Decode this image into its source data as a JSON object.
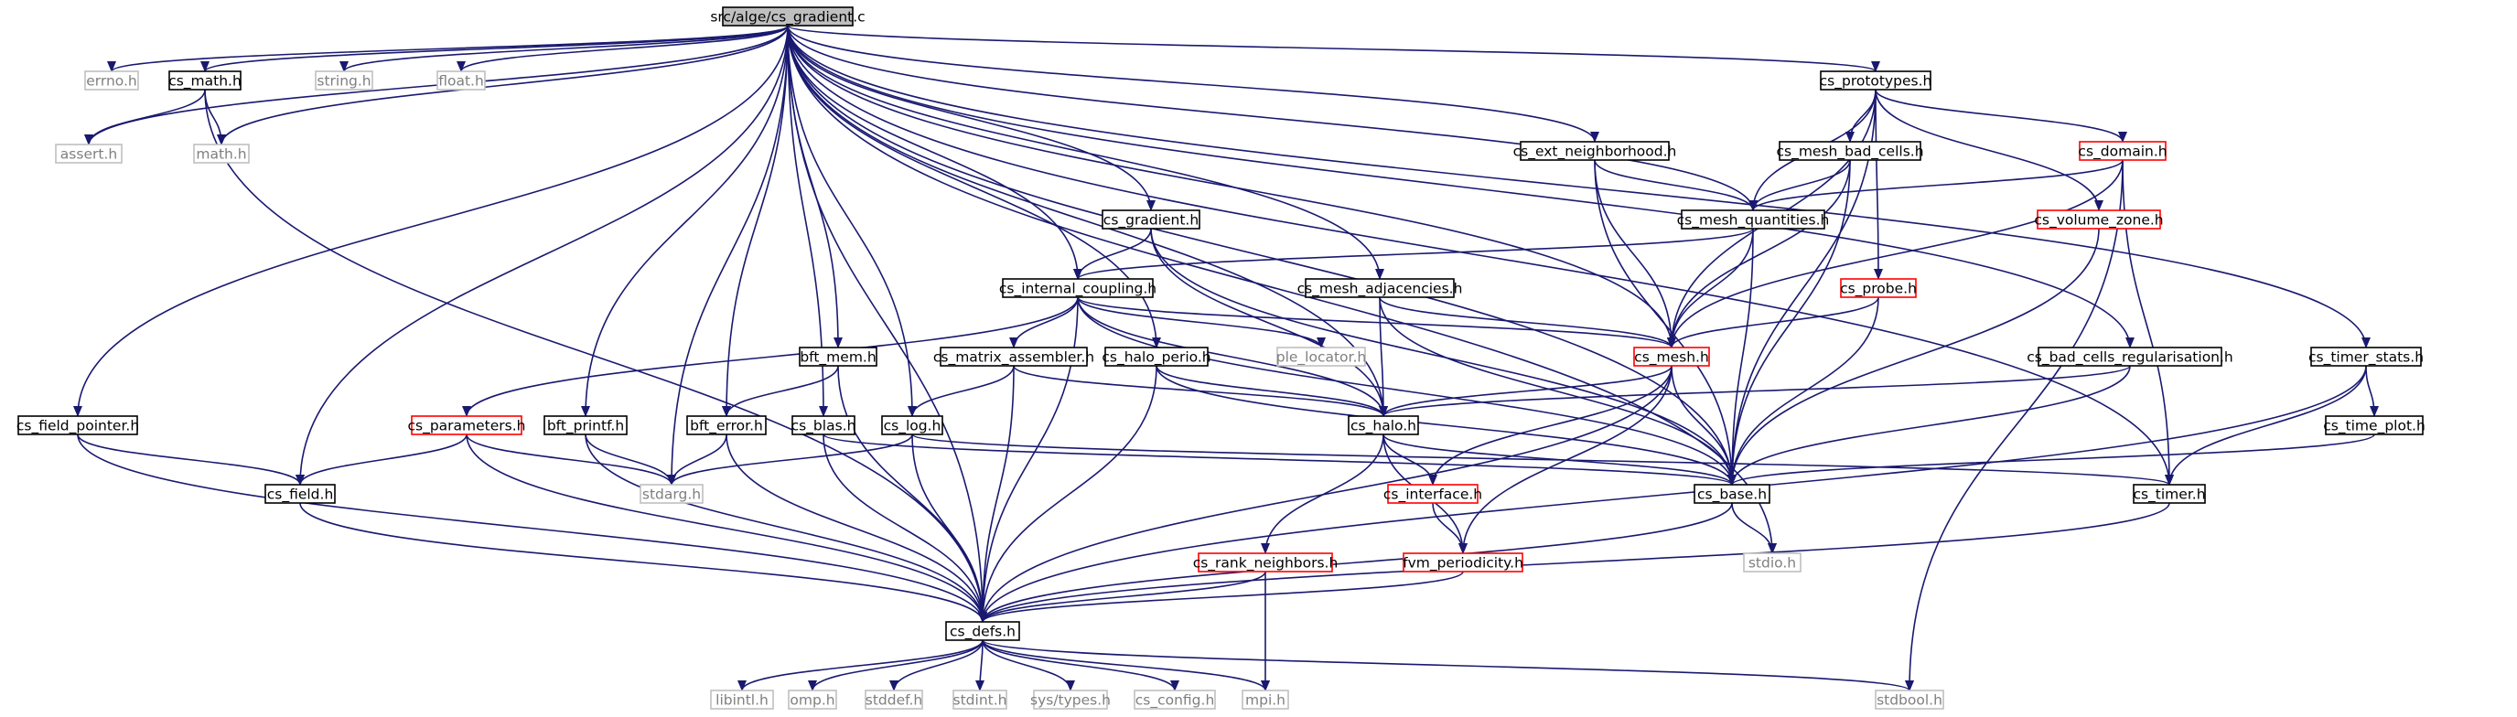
{
  "graph": {
    "colors": {
      "root_fill": "#bfbfbf",
      "root_border": "#000000",
      "documented_border": "#000000",
      "truncated_border": "#ff0000",
      "external_border": "#bfbfbf",
      "external_text": "#7f7f7f",
      "edge": "#191970"
    },
    "nodes": [
      {
        "id": "cs_gradient_c",
        "label": "src/alge/cs_gradient.c",
        "kind": "root"
      },
      {
        "id": "errno_h",
        "label": "errno.h",
        "kind": "external"
      },
      {
        "id": "cs_math_h",
        "label": "cs_math.h",
        "kind": "documented"
      },
      {
        "id": "string_h",
        "label": "string.h",
        "kind": "external"
      },
      {
        "id": "float_h",
        "label": "float.h",
        "kind": "external"
      },
      {
        "id": "assert_h",
        "label": "assert.h",
        "kind": "external"
      },
      {
        "id": "math_h",
        "label": "math.h",
        "kind": "external"
      },
      {
        "id": "cs_prototypes_h",
        "label": "cs_prototypes.h",
        "kind": "documented"
      },
      {
        "id": "cs_ext_neighborhood_h",
        "label": "cs_ext_neighborhood.h",
        "kind": "documented"
      },
      {
        "id": "cs_mesh_bad_cells_h",
        "label": "cs_mesh_bad_cells.h",
        "kind": "documented"
      },
      {
        "id": "cs_domain_h",
        "label": "cs_domain.h",
        "kind": "truncated"
      },
      {
        "id": "cs_mesh_quantities_h",
        "label": "cs_mesh_quantities.h",
        "kind": "documented"
      },
      {
        "id": "cs_volume_zone_h",
        "label": "cs_volume_zone.h",
        "kind": "truncated"
      },
      {
        "id": "cs_gradient_h",
        "label": "cs_gradient.h",
        "kind": "documented"
      },
      {
        "id": "cs_internal_coupling_h",
        "label": "cs_internal_coupling.h",
        "kind": "documented"
      },
      {
        "id": "cs_mesh_adjacencies_h",
        "label": "cs_mesh_adjacencies.h",
        "kind": "documented"
      },
      {
        "id": "cs_probe_h",
        "label": "cs_probe.h",
        "kind": "truncated"
      },
      {
        "id": "bft_mem_h",
        "label": "bft_mem.h",
        "kind": "documented"
      },
      {
        "id": "cs_matrix_assembler_h",
        "label": "cs_matrix_assembler.h",
        "kind": "documented"
      },
      {
        "id": "cs_halo_perio_h",
        "label": "cs_halo_perio.h",
        "kind": "documented"
      },
      {
        "id": "ple_locator_h",
        "label": "ple_locator.h",
        "kind": "external"
      },
      {
        "id": "cs_mesh_h",
        "label": "cs_mesh.h",
        "kind": "truncated"
      },
      {
        "id": "cs_bad_cells_regularisation_h",
        "label": "cs_bad_cells_regularisation.h",
        "kind": "documented"
      },
      {
        "id": "cs_timer_stats_h",
        "label": "cs_timer_stats.h",
        "kind": "documented"
      },
      {
        "id": "cs_field_pointer_h",
        "label": "cs_field_pointer.h",
        "kind": "documented"
      },
      {
        "id": "cs_parameters_h",
        "label": "cs_parameters.h",
        "kind": "truncated"
      },
      {
        "id": "bft_printf_h",
        "label": "bft_printf.h",
        "kind": "documented"
      },
      {
        "id": "bft_error_h",
        "label": "bft_error.h",
        "kind": "documented"
      },
      {
        "id": "cs_blas_h",
        "label": "cs_blas.h",
        "kind": "documented"
      },
      {
        "id": "cs_log_h",
        "label": "cs_log.h",
        "kind": "documented"
      },
      {
        "id": "cs_halo_h",
        "label": "cs_halo.h",
        "kind": "documented"
      },
      {
        "id": "cs_time_plot_h",
        "label": "cs_time_plot.h",
        "kind": "documented"
      },
      {
        "id": "cs_field_h",
        "label": "cs_field.h",
        "kind": "documented"
      },
      {
        "id": "stdarg_h",
        "label": "stdarg.h",
        "kind": "external"
      },
      {
        "id": "cs_interface_h",
        "label": "cs_interface.h",
        "kind": "truncated"
      },
      {
        "id": "cs_base_h",
        "label": "cs_base.h",
        "kind": "documented"
      },
      {
        "id": "cs_timer_h",
        "label": "cs_timer.h",
        "kind": "documented"
      },
      {
        "id": "cs_rank_neighbors_h",
        "label": "cs_rank_neighbors.h",
        "kind": "truncated"
      },
      {
        "id": "fvm_periodicity_h",
        "label": "fvm_periodicity.h",
        "kind": "truncated"
      },
      {
        "id": "stdio_h",
        "label": "stdio.h",
        "kind": "external"
      },
      {
        "id": "cs_defs_h",
        "label": "cs_defs.h",
        "kind": "documented"
      },
      {
        "id": "libintl_h",
        "label": "libintl.h",
        "kind": "external"
      },
      {
        "id": "omp_h",
        "label": "omp.h",
        "kind": "external"
      },
      {
        "id": "stddef_h",
        "label": "stddef.h",
        "kind": "external"
      },
      {
        "id": "stdint_h",
        "label": "stdint.h",
        "kind": "external"
      },
      {
        "id": "sys_types_h",
        "label": "sys/types.h",
        "kind": "external"
      },
      {
        "id": "cs_config_h",
        "label": "cs_config.h",
        "kind": "external"
      },
      {
        "id": "mpi_h",
        "label": "mpi.h",
        "kind": "external"
      },
      {
        "id": "stdbool_h",
        "label": "stdbool.h",
        "kind": "external"
      }
    ],
    "edges": [
      [
        "cs_gradient_c",
        "errno_h"
      ],
      [
        "cs_gradient_c",
        "cs_math_h"
      ],
      [
        "cs_gradient_c",
        "string_h"
      ],
      [
        "cs_gradient_c",
        "float_h"
      ],
      [
        "cs_gradient_c",
        "assert_h"
      ],
      [
        "cs_gradient_c",
        "math_h"
      ],
      [
        "cs_gradient_c",
        "cs_prototypes_h"
      ],
      [
        "cs_gradient_c",
        "cs_ext_neighborhood_h"
      ],
      [
        "cs_gradient_c",
        "cs_mesh_quantities_h"
      ],
      [
        "cs_gradient_c",
        "cs_gradient_h"
      ],
      [
        "cs_gradient_c",
        "cs_internal_coupling_h"
      ],
      [
        "cs_gradient_c",
        "cs_mesh_adjacencies_h"
      ],
      [
        "cs_gradient_c",
        "bft_mem_h"
      ],
      [
        "cs_gradient_c",
        "cs_halo_perio_h"
      ],
      [
        "cs_gradient_c",
        "cs_mesh_h"
      ],
      [
        "cs_gradient_c",
        "cs_bad_cells_regularisation_h"
      ],
      [
        "cs_gradient_c",
        "cs_timer_stats_h"
      ],
      [
        "cs_gradient_c",
        "cs_field_pointer_h"
      ],
      [
        "cs_gradient_c",
        "bft_printf_h"
      ],
      [
        "cs_gradient_c",
        "bft_error_h"
      ],
      [
        "cs_gradient_c",
        "cs_blas_h"
      ],
      [
        "cs_gradient_c",
        "cs_log_h"
      ],
      [
        "cs_gradient_c",
        "cs_halo_h"
      ],
      [
        "cs_gradient_c",
        "cs_field_h"
      ],
      [
        "cs_gradient_c",
        "stdarg_h"
      ],
      [
        "cs_gradient_c",
        "cs_base_h"
      ],
      [
        "cs_gradient_c",
        "cs_timer_h"
      ],
      [
        "cs_gradient_c",
        "stdio_h"
      ],
      [
        "cs_gradient_c",
        "cs_defs_h"
      ],
      [
        "cs_math_h",
        "assert_h"
      ],
      [
        "cs_math_h",
        "math_h"
      ],
      [
        "cs_math_h",
        "cs_defs_h"
      ],
      [
        "cs_prototypes_h",
        "cs_mesh_bad_cells_h"
      ],
      [
        "cs_prototypes_h",
        "cs_domain_h"
      ],
      [
        "cs_prototypes_h",
        "cs_mesh_quantities_h"
      ],
      [
        "cs_prototypes_h",
        "cs_volume_zone_h"
      ],
      [
        "cs_prototypes_h",
        "cs_probe_h"
      ],
      [
        "cs_prototypes_h",
        "cs_mesh_h"
      ],
      [
        "cs_prototypes_h",
        "cs_base_h"
      ],
      [
        "cs_ext_neighborhood_h",
        "cs_mesh_quantities_h"
      ],
      [
        "cs_ext_neighborhood_h",
        "cs_mesh_h"
      ],
      [
        "cs_ext_neighborhood_h",
        "cs_base_h"
      ],
      [
        "cs_mesh_bad_cells_h",
        "cs_mesh_quantities_h"
      ],
      [
        "cs_mesh_bad_cells_h",
        "cs_mesh_h"
      ],
      [
        "cs_mesh_bad_cells_h",
        "cs_base_h"
      ],
      [
        "cs_domain_h",
        "cs_mesh_quantities_h"
      ],
      [
        "cs_domain_h",
        "cs_mesh_h"
      ],
      [
        "cs_domain_h",
        "cs_timer_h"
      ],
      [
        "cs_domain_h",
        "stdbool_h"
      ],
      [
        "cs_mesh_quantities_h",
        "cs_internal_coupling_h"
      ],
      [
        "cs_mesh_quantities_h",
        "cs_mesh_h"
      ],
      [
        "cs_mesh_quantities_h",
        "cs_base_h"
      ],
      [
        "cs_volume_zone_h",
        "cs_base_h"
      ],
      [
        "cs_gradient_h",
        "cs_internal_coupling_h"
      ],
      [
        "cs_gradient_h",
        "cs_halo_h"
      ],
      [
        "cs_gradient_h",
        "cs_base_h"
      ],
      [
        "cs_internal_coupling_h",
        "cs_parameters_h"
      ],
      [
        "cs_internal_coupling_h",
        "cs_matrix_assembler_h"
      ],
      [
        "cs_internal_coupling_h",
        "ple_locator_h"
      ],
      [
        "cs_internal_coupling_h",
        "cs_mesh_h"
      ],
      [
        "cs_internal_coupling_h",
        "cs_halo_h"
      ],
      [
        "cs_internal_coupling_h",
        "cs_base_h"
      ],
      [
        "cs_internal_coupling_h",
        "cs_defs_h"
      ],
      [
        "cs_mesh_adjacencies_h",
        "cs_mesh_h"
      ],
      [
        "cs_mesh_adjacencies_h",
        "cs_halo_h"
      ],
      [
        "cs_mesh_adjacencies_h",
        "cs_base_h"
      ],
      [
        "cs_probe_h",
        "cs_mesh_h"
      ],
      [
        "cs_probe_h",
        "cs_base_h"
      ],
      [
        "bft_mem_h",
        "bft_error_h"
      ],
      [
        "bft_mem_h",
        "cs_defs_h"
      ],
      [
        "cs_matrix_assembler_h",
        "cs_log_h"
      ],
      [
        "cs_matrix_assembler_h",
        "cs_halo_h"
      ],
      [
        "cs_matrix_assembler_h",
        "cs_defs_h"
      ],
      [
        "cs_halo_perio_h",
        "cs_halo_h"
      ],
      [
        "cs_halo_perio_h",
        "cs_base_h"
      ],
      [
        "cs_halo_perio_h",
        "cs_defs_h"
      ],
      [
        "cs_mesh_h",
        "cs_halo_h"
      ],
      [
        "cs_mesh_h",
        "cs_interface_h"
      ],
      [
        "cs_mesh_h",
        "cs_base_h"
      ],
      [
        "cs_mesh_h",
        "fvm_periodicity_h"
      ],
      [
        "cs_mesh_h",
        "cs_defs_h"
      ],
      [
        "cs_bad_cells_regularisation_h",
        "cs_halo_h"
      ],
      [
        "cs_bad_cells_regularisation_h",
        "cs_base_h"
      ],
      [
        "cs_timer_stats_h",
        "cs_time_plot_h"
      ],
      [
        "cs_timer_stats_h",
        "cs_timer_h"
      ],
      [
        "cs_timer_stats_h",
        "cs_defs_h"
      ],
      [
        "cs_field_pointer_h",
        "cs_field_h"
      ],
      [
        "cs_field_pointer_h",
        "cs_defs_h"
      ],
      [
        "cs_parameters_h",
        "cs_field_h"
      ],
      [
        "cs_parameters_h",
        "stdarg_h"
      ],
      [
        "cs_parameters_h",
        "cs_defs_h"
      ],
      [
        "bft_printf_h",
        "stdarg_h"
      ],
      [
        "bft_printf_h",
        "cs_defs_h"
      ],
      [
        "bft_error_h",
        "stdarg_h"
      ],
      [
        "bft_error_h",
        "cs_defs_h"
      ],
      [
        "cs_blas_h",
        "cs_base_h"
      ],
      [
        "cs_blas_h",
        "cs_defs_h"
      ],
      [
        "cs_log_h",
        "stdarg_h"
      ],
      [
        "cs_log_h",
        "cs_timer_h"
      ],
      [
        "cs_log_h",
        "cs_defs_h"
      ],
      [
        "cs_halo_h",
        "cs_interface_h"
      ],
      [
        "cs_halo_h",
        "cs_base_h"
      ],
      [
        "cs_halo_h",
        "cs_rank_neighbors_h"
      ],
      [
        "cs_halo_h",
        "fvm_periodicity_h"
      ],
      [
        "cs_time_plot_h",
        "cs_base_h"
      ],
      [
        "cs_field_h",
        "cs_defs_h"
      ],
      [
        "cs_interface_h",
        "fvm_periodicity_h"
      ],
      [
        "cs_base_h",
        "stdio_h"
      ],
      [
        "cs_base_h",
        "cs_defs_h"
      ],
      [
        "cs_timer_h",
        "cs_defs_h"
      ],
      [
        "cs_rank_neighbors_h",
        "cs_defs_h"
      ],
      [
        "cs_rank_neighbors_h",
        "mpi_h"
      ],
      [
        "fvm_periodicity_h",
        "cs_defs_h"
      ],
      [
        "cs_defs_h",
        "libintl_h"
      ],
      [
        "cs_defs_h",
        "omp_h"
      ],
      [
        "cs_defs_h",
        "stddef_h"
      ],
      [
        "cs_defs_h",
        "stdint_h"
      ],
      [
        "cs_defs_h",
        "sys_types_h"
      ],
      [
        "cs_defs_h",
        "cs_config_h"
      ],
      [
        "cs_defs_h",
        "mpi_h"
      ],
      [
        "cs_defs_h",
        "stdbool_h"
      ]
    ]
  }
}
